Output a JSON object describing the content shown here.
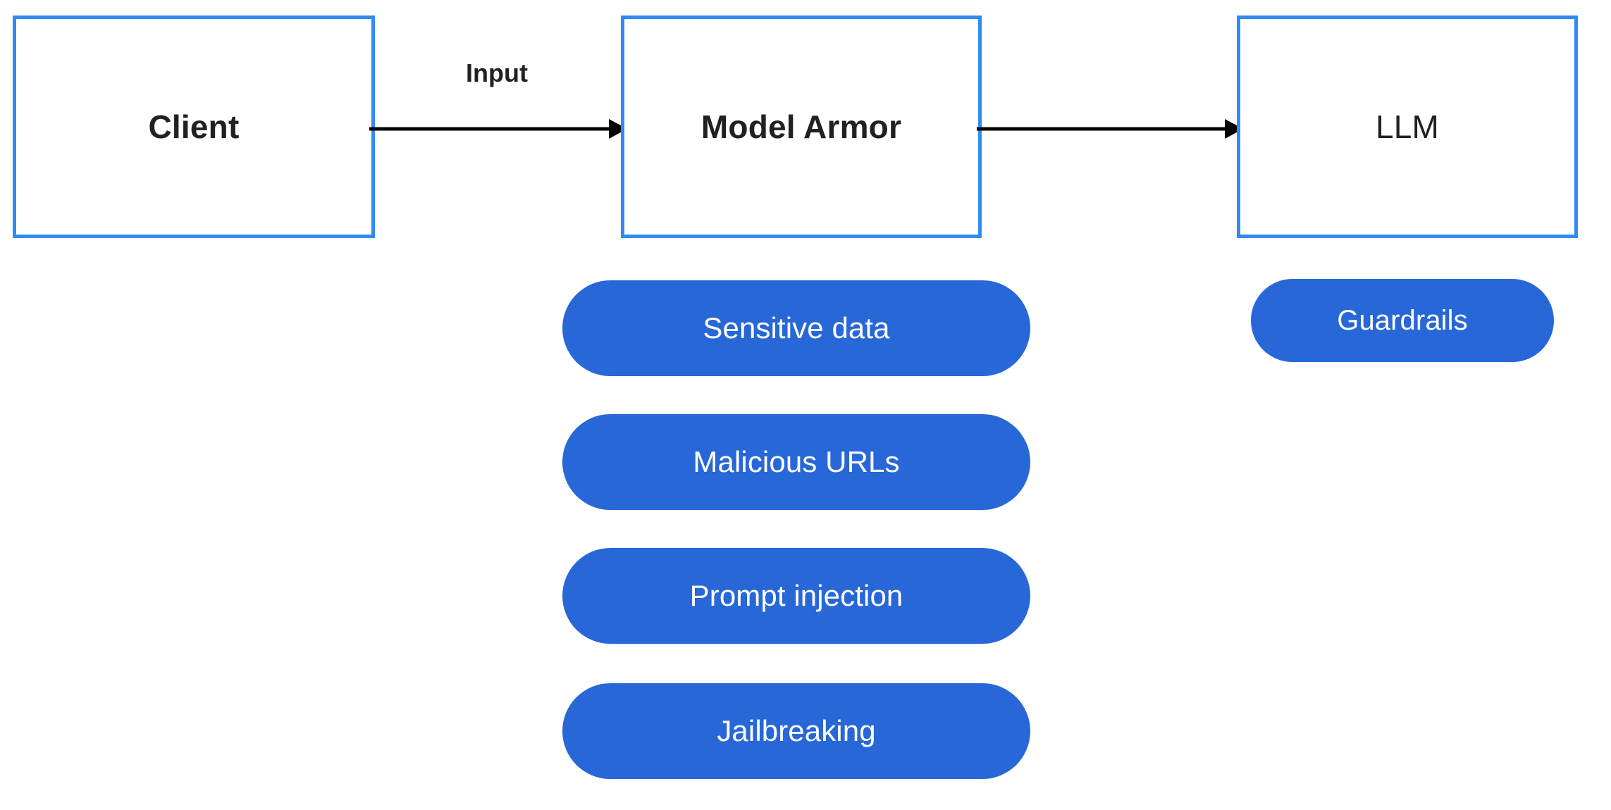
{
  "diagram": {
    "title": "Model Armor request flow",
    "colors": {
      "node_border": "#2f8bf5",
      "node_fill": "#ffffff",
      "pill_fill": "#2767d8",
      "pill_text": "#ffffff",
      "node_text": "#202124",
      "arrow": "#000000",
      "background": "#ffffff"
    },
    "nodes": [
      {
        "id": "client",
        "label": "Client",
        "weight": "bold"
      },
      {
        "id": "model-armor",
        "label": "Model Armor",
        "weight": "bold"
      },
      {
        "id": "llm",
        "label": "LLM",
        "weight": "regular"
      }
    ],
    "edges": [
      {
        "id": "client-to-model-armor",
        "from": "client",
        "to": "model-armor",
        "label": "Input",
        "arrow": "arrow-right-icon"
      },
      {
        "id": "model-armor-to-llm",
        "from": "model-armor",
        "to": "llm",
        "label": "",
        "arrow": "arrow-right-icon"
      }
    ],
    "model_armor_capabilities": [
      {
        "id": "sensitive-data",
        "label": "Sensitive data"
      },
      {
        "id": "malicious-urls",
        "label": "Malicious URLs"
      },
      {
        "id": "prompt-injection",
        "label": "Prompt injection"
      },
      {
        "id": "jailbreaking",
        "label": "Jailbreaking"
      }
    ],
    "llm_capabilities": [
      {
        "id": "guardrails",
        "label": "Guardrails"
      }
    ]
  }
}
